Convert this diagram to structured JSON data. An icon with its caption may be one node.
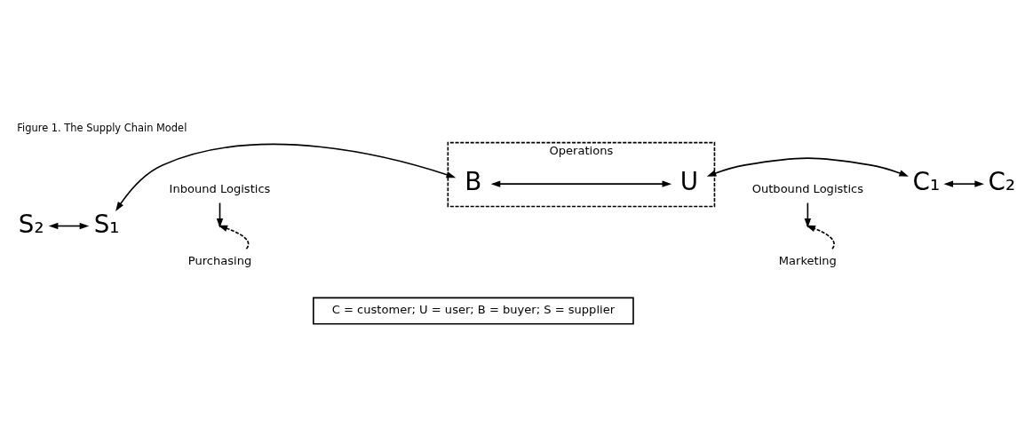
{
  "diagram": {
    "title": "Figure 1. The Supply Chain Model",
    "nodes": [
      {
        "text": [
          "S₂"
        ]
      },
      {
        "text": [
          "S₁"
        ]
      },
      {
        "text": [
          "Operations"
        ]
      },
      {
        "text": [
          "B"
        ],
        "in": 2
      },
      {
        "text": [
          "U"
        ],
        "in": 2
      },
      {
        "text": [
          "C₁"
        ]
      },
      {
        "text": [
          "C₂"
        ]
      },
      {
        "text": [
          "Inbound Logistics"
        ]
      },
      {
        "text": [
          "Purchasing"
        ]
      },
      {
        "text": [
          "Outbound Logistics"
        ]
      },
      {
        "text": [
          "Marketing"
        ]
      },
      {
        "text": [
          "C = customer; U = user; B = buyer; S = supplier"
        ]
      }
    ],
    "edges": [
      {
        "from": 0,
        "to": 1,
        "arrow": "both"
      },
      {
        "from": 1,
        "to": 3,
        "arrow": "both"
      },
      {
        "from": 3,
        "to": 4,
        "arrow": "both"
      },
      {
        "from": 4,
        "to": 5,
        "arrow": "both"
      },
      {
        "from": 5,
        "to": 6,
        "arrow": "both"
      },
      {
        "from": 7,
        "to": null,
        "arrow": "to"
      },
      {
        "from": 8,
        "to": null,
        "arrow": "to",
        "style": "dashed"
      },
      {
        "from": 9,
        "to": null,
        "arrow": "to"
      },
      {
        "from": 10,
        "to": null,
        "arrow": "to",
        "style": "dashed"
      }
    ]
  }
}
